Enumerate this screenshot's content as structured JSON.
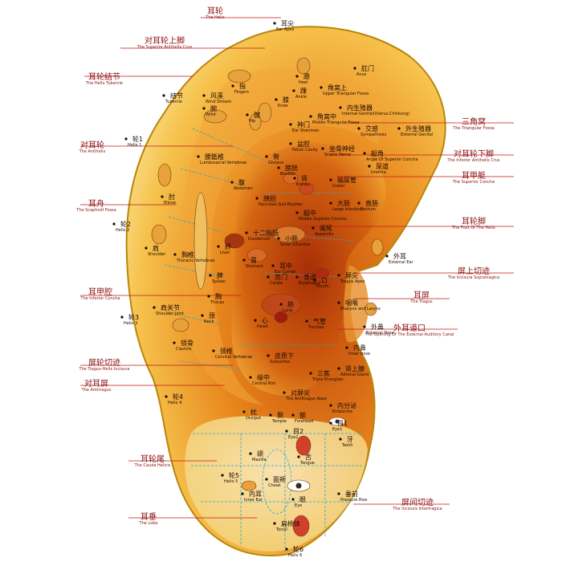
{
  "leader_labels": [
    {
      "id": "helix",
      "cn": "耳轮",
      "en": "The Helix"
    },
    {
      "id": "superior-antihelix-crus",
      "cn": "对耳轮上脚",
      "en": "The Superior Antihelix Crus"
    },
    {
      "id": "helix-tubercle",
      "cn": "耳轮结节",
      "en": "The Helix Tubercle"
    },
    {
      "id": "antihelix",
      "cn": "对耳轮",
      "en": "The Antihelix"
    },
    {
      "id": "scaphoid-fossa",
      "cn": "耳舟",
      "en": "The Scaphoid Fossa"
    },
    {
      "id": "inferior-concha",
      "cn": "耳甲腔",
      "en": "The Inferior Concha"
    },
    {
      "id": "tragus-helix-incisura",
      "cn": "屏轮切迹",
      "en": "The Tragus-Helix Incisura"
    },
    {
      "id": "antitragus",
      "cn": "对耳屏",
      "en": "The Antitragus"
    },
    {
      "id": "cauda-helicis",
      "cn": "耳轮尾",
      "en": "The Cauda Helicis"
    },
    {
      "id": "lobe",
      "cn": "耳垂",
      "en": "The Lobe"
    },
    {
      "id": "triangular-fossa",
      "cn": "三角窝",
      "en": "The Triangular Fossa"
    },
    {
      "id": "inferior-antihelix-crus",
      "cn": "对耳轮下脚",
      "en": "The Inferior Antihelix Crus"
    },
    {
      "id": "superior-concha",
      "cn": "耳甲艇",
      "en": "The Superior Concha"
    },
    {
      "id": "foot-of-helix",
      "cn": "耳轮脚",
      "en": "The Foot Of The Helix"
    },
    {
      "id": "incisura-supratragica",
      "cn": "屏上切迹",
      "en": "The Incisura Supratragica"
    },
    {
      "id": "tragus",
      "cn": "耳屏",
      "en": "The Tragus"
    },
    {
      "id": "ear-canal",
      "cn": "外耳道口",
      "en": "The Opening Of The External Auditory Canal"
    },
    {
      "id": "incisura-intertragica",
      "cn": "屏间切迹",
      "en": "The Incisura Intertragica"
    }
  ],
  "points": [
    {
      "id": "ear-apex",
      "cn": "耳尖",
      "en": "Ear Apex"
    },
    {
      "id": "fingers",
      "cn": "指",
      "en": "Fingers"
    },
    {
      "id": "heel",
      "cn": "跟",
      "en": "Heel"
    },
    {
      "id": "ankle",
      "cn": "踝",
      "en": "Ankle"
    },
    {
      "id": "anus",
      "cn": "肛门",
      "en": "Anus"
    },
    {
      "id": "upper-triangular-fossa",
      "cn": "角窝上",
      "en": "Upper Triangular Fossa"
    },
    {
      "id": "tubercle",
      "cn": "结节",
      "en": "Tubercle"
    },
    {
      "id": "wind-stream",
      "cn": "风溪",
      "en": "Wind Stream"
    },
    {
      "id": "wrist",
      "cn": "腕",
      "en": "Wrist"
    },
    {
      "id": "knee",
      "cn": "膝",
      "en": "Knee"
    },
    {
      "id": "internal-genital",
      "cn": "内生殖器",
      "en": "Internal Genital(Uterus,Chinkung)"
    },
    {
      "id": "middle-triangular-fossa",
      "cn": "角窝中",
      "en": "Middle Triangular Fossa"
    },
    {
      "id": "hip",
      "cn": "髋",
      "en": "Hip"
    },
    {
      "id": "ear-shenmen",
      "cn": "神门",
      "en": "Ear Shenmen"
    },
    {
      "id": "sympathesis",
      "cn": "交感",
      "en": "Sympathesis"
    },
    {
      "id": "external-genital",
      "cn": "外生殖器",
      "en": "External Genital"
    },
    {
      "id": "helix-1",
      "cn": "轮1",
      "en": "Helix 1"
    },
    {
      "id": "pelvic-cavity",
      "cn": "盆腔",
      "en": "Pelvic Cavity"
    },
    {
      "id": "sciatic-nerve",
      "cn": "坐骨神经",
      "en": "Sciatic Nerve"
    },
    {
      "id": "angle-superior-concha",
      "cn": "艇角",
      "en": "Angle Of Superior Concha"
    },
    {
      "id": "lumbosacral",
      "cn": "腰骶椎",
      "en": "Lumbosacral Vertebrae"
    },
    {
      "id": "gluteus",
      "cn": "臀",
      "en": "Gluteus"
    },
    {
      "id": "urethra",
      "cn": "尿道",
      "en": "Urethra"
    },
    {
      "id": "bladder",
      "cn": "膀胱",
      "en": "Bladder"
    },
    {
      "id": "abdomen",
      "cn": "腹",
      "en": "Abdomen"
    },
    {
      "id": "kidney",
      "cn": "肾",
      "en": "Kidney"
    },
    {
      "id": "ureter",
      "cn": "输尿管",
      "en": "Ureter"
    },
    {
      "id": "elbow",
      "cn": "肘",
      "en": "Elbow"
    },
    {
      "id": "pancreas-gallbladder",
      "cn": "胰胆",
      "en": "Pancreas-Gall-Bladder"
    },
    {
      "id": "large-intestine",
      "cn": "大肠",
      "en": "Large Intestine"
    },
    {
      "id": "rectum",
      "cn": "直肠",
      "en": "Rectum"
    },
    {
      "id": "helix-2",
      "cn": "轮2",
      "en": "Helix 2"
    },
    {
      "id": "middle-superior-concha",
      "cn": "艇中",
      "en": "Middle Superior Concha"
    },
    {
      "id": "duodenum",
      "cn": "十二指肠",
      "en": "Duodenum"
    },
    {
      "id": "appendix",
      "cn": "阑尾",
      "en": "Appendix"
    },
    {
      "id": "small-intestine",
      "cn": "小肠",
      "en": "Small Intestine"
    },
    {
      "id": "shoulder",
      "cn": "肩",
      "en": "Shoulder"
    },
    {
      "id": "liver",
      "cn": "肝",
      "en": "Liver"
    },
    {
      "id": "external-ear",
      "cn": "外耳",
      "en": "External Ear"
    },
    {
      "id": "thoracic",
      "cn": "胸椎",
      "en": "Thoracic Vertebrae"
    },
    {
      "id": "stomach",
      "cn": "胃",
      "en": "Stomach"
    },
    {
      "id": "ear-center",
      "cn": "耳中",
      "en": "Ear Center"
    },
    {
      "id": "cardia",
      "cn": "贲门",
      "en": "Cardia"
    },
    {
      "id": "esophagus",
      "cn": "食道",
      "en": "Esophagus"
    },
    {
      "id": "mouth",
      "cn": "口",
      "en": "Mouth"
    },
    {
      "id": "tragus-apex",
      "cn": "屏尖",
      "en": "Tragus Apex"
    },
    {
      "id": "spleen",
      "cn": "脾",
      "en": "Spleen"
    },
    {
      "id": "thorax",
      "cn": "胸",
      "en": "Thorax"
    },
    {
      "id": "lung",
      "cn": "肺",
      "en": "Lung"
    },
    {
      "id": "heart",
      "cn": "心",
      "en": "Heart"
    },
    {
      "id": "trachea",
      "cn": "气管",
      "en": "Trachea"
    },
    {
      "id": "pharynx-larynx",
      "cn": "咽喉",
      "en": "Pharynx and Larynx"
    },
    {
      "id": "shoulder-joint",
      "cn": "肩关节",
      "en": "Shoulder Joint"
    },
    {
      "id": "neck",
      "cn": "颈",
      "en": "Neck"
    },
    {
      "id": "external-nose",
      "cn": "外鼻",
      "en": "External Nose"
    },
    {
      "id": "helix-3",
      "cn": "轮3",
      "en": "Helix 3"
    },
    {
      "id": "clavicle",
      "cn": "锁骨",
      "en": "Clavicle"
    },
    {
      "id": "cervical",
      "cn": "颈椎",
      "en": "Cervical Vertebrae"
    },
    {
      "id": "inner-nose",
      "cn": "内鼻",
      "en": "Inner Nose"
    },
    {
      "id": "subcortex",
      "cn": "皮质下",
      "en": "Subcortex"
    },
    {
      "id": "adrenal",
      "cn": "肾上腺",
      "en": "Adrenal Gland"
    },
    {
      "id": "central-rim",
      "cn": "缘中",
      "en": "Central Rim"
    },
    {
      "id": "triple-energizer",
      "cn": "三焦",
      "en": "Triple Energizer"
    },
    {
      "id": "antitragus-apex",
      "cn": "对屏尖",
      "en": "The Antitragus Apex"
    },
    {
      "id": "helix-4",
      "cn": "轮4",
      "en": "Helix 4"
    },
    {
      "id": "endocrine",
      "cn": "内分泌",
      "en": "Endocrine"
    },
    {
      "id": "occiput",
      "cn": "枕",
      "en": "Occiput"
    },
    {
      "id": "temple",
      "cn": "颞",
      "en": "Temple"
    },
    {
      "id": "forehead",
      "cn": "额",
      "en": "Forehead"
    },
    {
      "id": "eye1",
      "cn": "目1",
      "en": "Eye1"
    },
    {
      "id": "eye2",
      "cn": "目2",
      "en": "Eye2"
    },
    {
      "id": "teeth",
      "cn": "牙",
      "en": "Teeth"
    },
    {
      "id": "maxilla",
      "cn": "颌",
      "en": "Maxilla"
    },
    {
      "id": "tongue",
      "cn": "舌",
      "en": "Tongue"
    },
    {
      "id": "helix-5",
      "cn": "轮5",
      "en": "Helix 5"
    },
    {
      "id": "cheek",
      "cn": "面颊",
      "en": "Cheek"
    },
    {
      "id": "eye",
      "cn": "眼",
      "en": "Eye"
    },
    {
      "id": "inner-ear",
      "cn": "内耳",
      "en": "Inner Ear"
    },
    {
      "id": "pressure-rise",
      "cn": "垂前",
      "en": "Pressure Rise"
    },
    {
      "id": "tonsil",
      "cn": "扁桃体",
      "en": "Tonsil"
    },
    {
      "id": "helix-6",
      "cn": "轮6",
      "en": "Helix 6"
    }
  ]
}
